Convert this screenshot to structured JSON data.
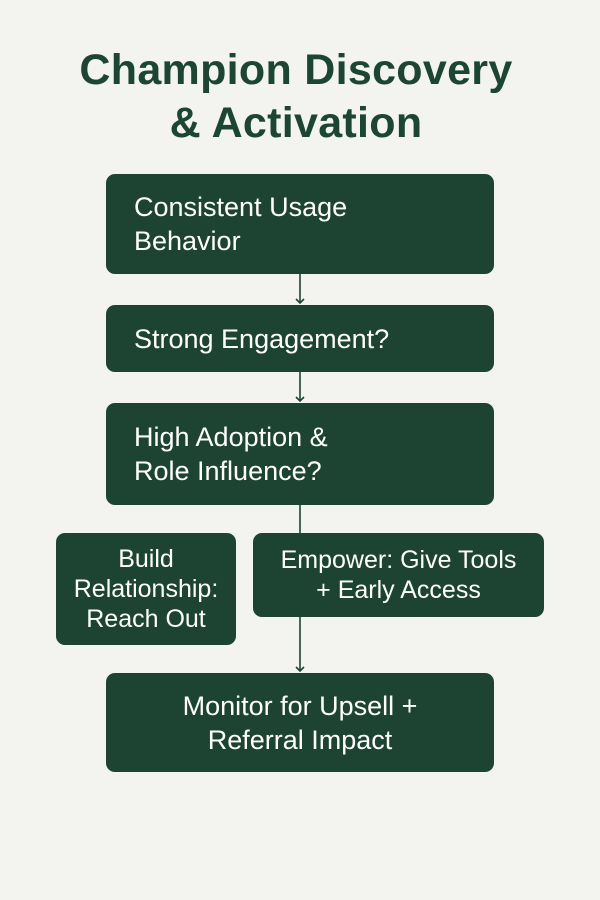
{
  "title": {
    "line1": "Champion Discovery",
    "line2": "& Activation"
  },
  "nodes": {
    "usage": {
      "line1": "Consistent Usage",
      "line2": "Behavior"
    },
    "engagement": {
      "line1": "Strong Engagement?"
    },
    "adoption": {
      "line1": "High Adoption &",
      "line2": "Role Influence?"
    },
    "relationship": {
      "line1": "Build",
      "line2": "Relationship:",
      "line3": "Reach Out"
    },
    "empower": {
      "line1": "Empower: Give Tools",
      "line2": "+ Early Access"
    },
    "monitor": {
      "line1": "Monitor for Upsell +",
      "line2": "Referral Impact"
    }
  },
  "colors": {
    "background": "#f3f3f0",
    "box_fill": "#1d4432",
    "title_text": "#1c4633",
    "connector": "#1d4432"
  }
}
